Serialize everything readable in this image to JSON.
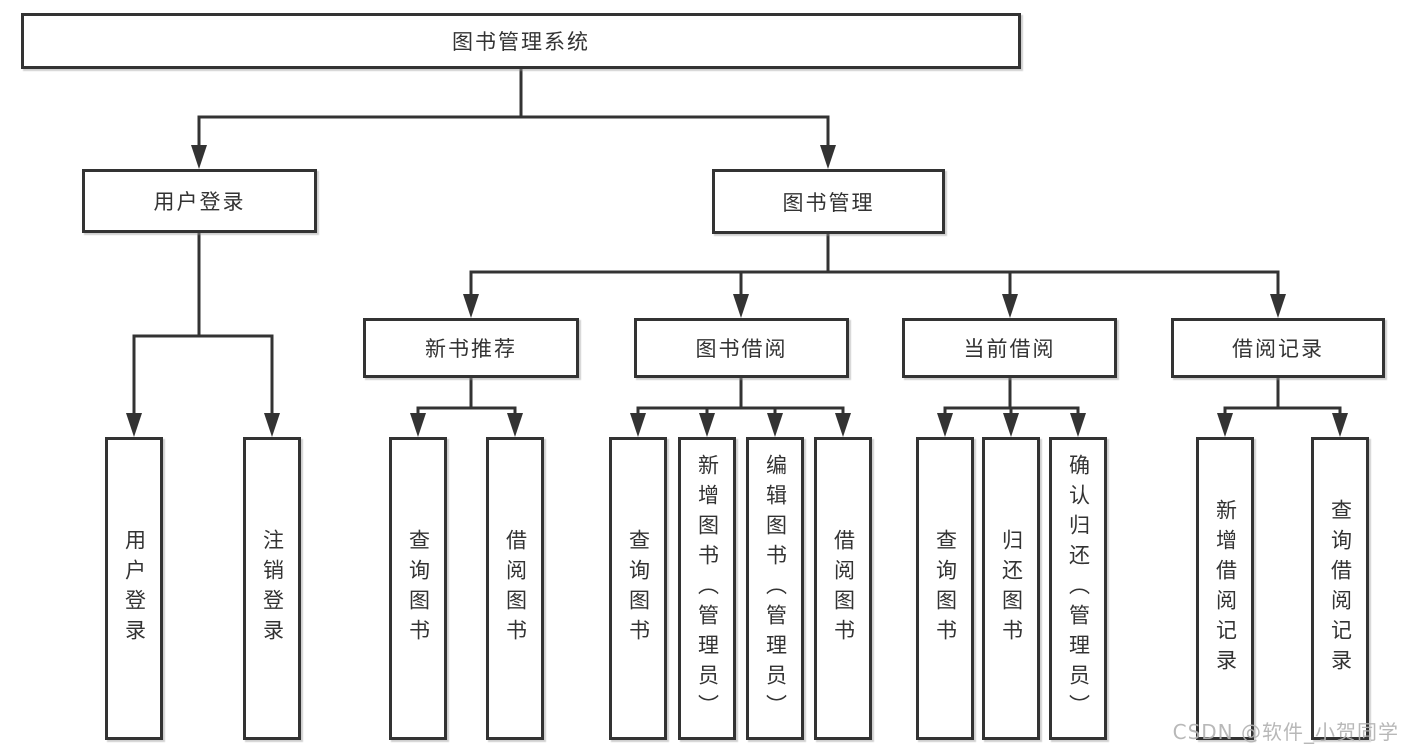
{
  "tree": {
    "root": "图书管理系统",
    "branches": [
      {
        "label": "用户登录",
        "leaves": [
          "用户登录",
          "注销登录"
        ]
      },
      {
        "label": "图书管理",
        "groups": [
          {
            "label": "新书推荐",
            "leaves": [
              "查询图书",
              "借阅图书"
            ]
          },
          {
            "label": "图书借阅",
            "leaves": [
              "查询图书",
              "新增图书（管理员）",
              "编辑图书（管理员）",
              "借阅图书"
            ]
          },
          {
            "label": "当前借阅",
            "leaves": [
              "查询图书",
              "归还图书",
              "确认归还（管理员）"
            ]
          },
          {
            "label": "借阅记录",
            "leaves": [
              "新增借阅记录",
              "查询借阅记录"
            ]
          }
        ]
      }
    ]
  },
  "watermark": "CSDN @软件_小贺同学",
  "colors": {
    "line": "#333333",
    "box_border": "#333333",
    "text": "#333333",
    "background": "#ffffff",
    "watermark": "#b2b2b2"
  }
}
